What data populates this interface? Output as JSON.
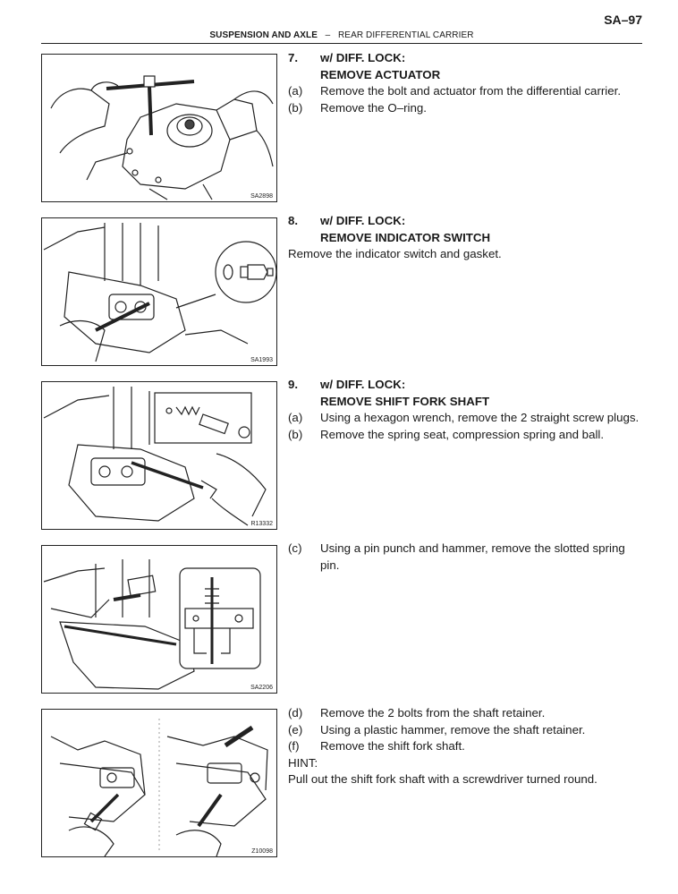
{
  "header": {
    "page_number": "SA–97",
    "section": "SUSPENSION AND AXLE",
    "separator": "–",
    "subsection": "REAR DIFFERENTIAL CARRIER"
  },
  "figures": [
    {
      "code": "SA2898"
    },
    {
      "code": "SA1993"
    },
    {
      "code": "R13332"
    },
    {
      "code": "SA2206"
    },
    {
      "code": "Z10098"
    }
  ],
  "steps": [
    {
      "number": "7.",
      "condition": "w/ DIFF. LOCK:",
      "title": "REMOVE ACTUATOR",
      "items": [
        {
          "label": "(a)",
          "text": "Remove the bolt and actuator from the differential carrier."
        },
        {
          "label": "(b)",
          "text": "Remove the O–ring."
        }
      ]
    },
    {
      "number": "8.",
      "condition": "w/ DIFF. LOCK:",
      "title": "REMOVE INDICATOR SWITCH",
      "body": "Remove the indicator switch and gasket."
    },
    {
      "number": "9.",
      "condition": "w/ DIFF. LOCK:",
      "title": "REMOVE SHIFT FORK SHAFT",
      "items": [
        {
          "label": "(a)",
          "text": "Using a hexagon wrench, remove the 2 straight screw plugs."
        },
        {
          "label": "(b)",
          "text": "Remove the spring seat, compression spring and ball."
        }
      ]
    },
    {
      "items": [
        {
          "label": "(c)",
          "text": "Using a pin punch and hammer, remove the slotted spring pin."
        }
      ]
    },
    {
      "items": [
        {
          "label": "(d)",
          "text": "Remove the 2 bolts from the shaft retainer."
        },
        {
          "label": "(e)",
          "text": "Using a plastic hammer, remove the shaft retainer."
        },
        {
          "label": "(f)",
          "text": "Remove the shift fork shaft."
        }
      ],
      "hint_label": "HINT:",
      "hint_text": "Pull out the shift fork shaft with a screwdriver turned round."
    }
  ]
}
